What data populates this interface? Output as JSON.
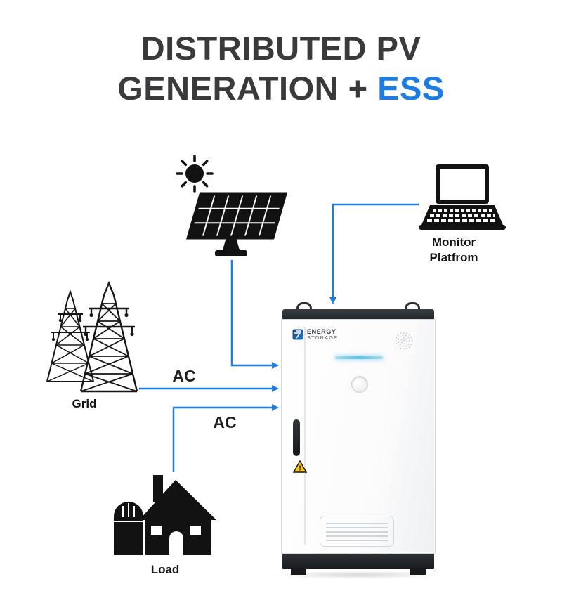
{
  "title": {
    "line1": "DISTRIBUTED PV",
    "line2_dark": "GENERATION +",
    "line2_accent": "ESS"
  },
  "labels": {
    "monitor_line1": "Monitor",
    "monitor_line2": "Platfrom",
    "grid": "Grid",
    "load": "Load",
    "ac_grid": "AC",
    "ac_load": "AC"
  },
  "cabinet": {
    "brand_line1": "ENERGY",
    "brand_line2": "STORAGE",
    "warning_mark": "!"
  },
  "icons": [
    "sun-icon",
    "solar-panel-icon",
    "transmission-tower-icon",
    "laptop-icon",
    "house-icon",
    "ess-cabinet",
    "ess-logo-icon",
    "speaker-grille-icon",
    "warning-icon",
    "lifting-hook-icon"
  ],
  "colors": {
    "accent_blue": "#1c7de2",
    "title_dark": "#3a3a3c",
    "icon_black": "#121212",
    "led_cyan": "#6ec9ec",
    "warning_yellow": "#f6c51e",
    "cabinet_dark": "#25282c"
  }
}
